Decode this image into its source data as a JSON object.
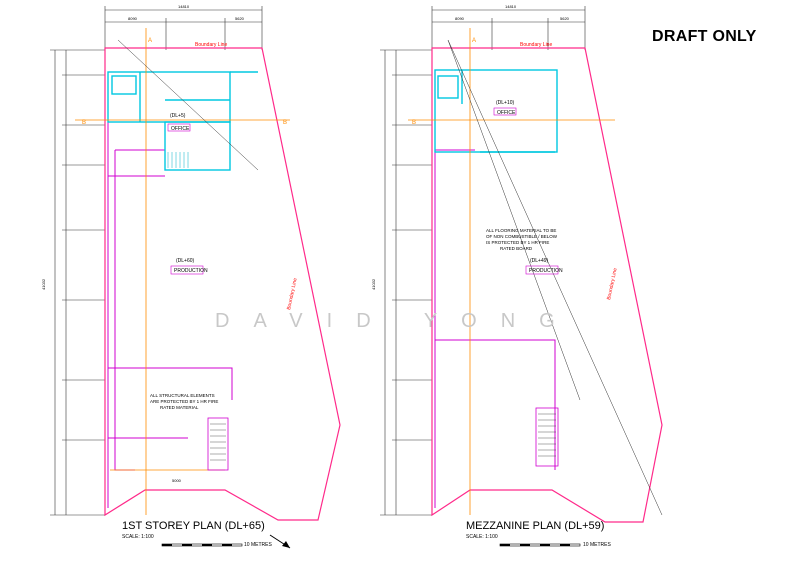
{
  "header": {
    "draft_label": "DRAFT ONLY"
  },
  "watermark": "DAVID YONG",
  "plans": [
    {
      "title": "1ST STOREY PLAN (DL+65)",
      "scale": "SCALE: 1:100",
      "scale_end": "10 METRES",
      "boundary_label": "Boundary Line",
      "rooms": [
        "OFFICE",
        "PRODUCTION"
      ],
      "levels": [
        "(DL+5)",
        "(DL+60)"
      ],
      "dims": {
        "top_total": "14810",
        "top_left": "8090",
        "top_right": "5620",
        "side_total": "41032",
        "bottom": "5000"
      },
      "notes": [
        "ALL STRUCTURAL ELEMENTS",
        "ARE PROTECTED BY 1 HR FIRE",
        "RATED MATERIAL"
      ]
    },
    {
      "title": "MEZZANINE PLAN (DL+59)",
      "scale": "SCALE: 1:100",
      "scale_end": "10 METRES",
      "boundary_label": "Boundary Line",
      "rooms": [
        "OFFICE",
        "PRODUCTION"
      ],
      "levels": [
        "(DL+10)",
        "(DL+49)"
      ],
      "dims": {
        "top_total": "14810",
        "top_left": "8090",
        "top_right": "5620",
        "side_total": "41032"
      },
      "notes": [
        "ALL FLOORING MATERIAL TO BE",
        "OF NON COMBUSTIBLE / BELOW",
        "IS PROTECTED BY 1 HR FIRE",
        "RATED BOARD"
      ]
    }
  ],
  "colors": {
    "boundary": "#ff2a8a",
    "wall": "#d000d0",
    "office": "#00c8e0",
    "centerline": "#ff8c00",
    "dim": "#333333",
    "text_red": "#ff0000"
  }
}
